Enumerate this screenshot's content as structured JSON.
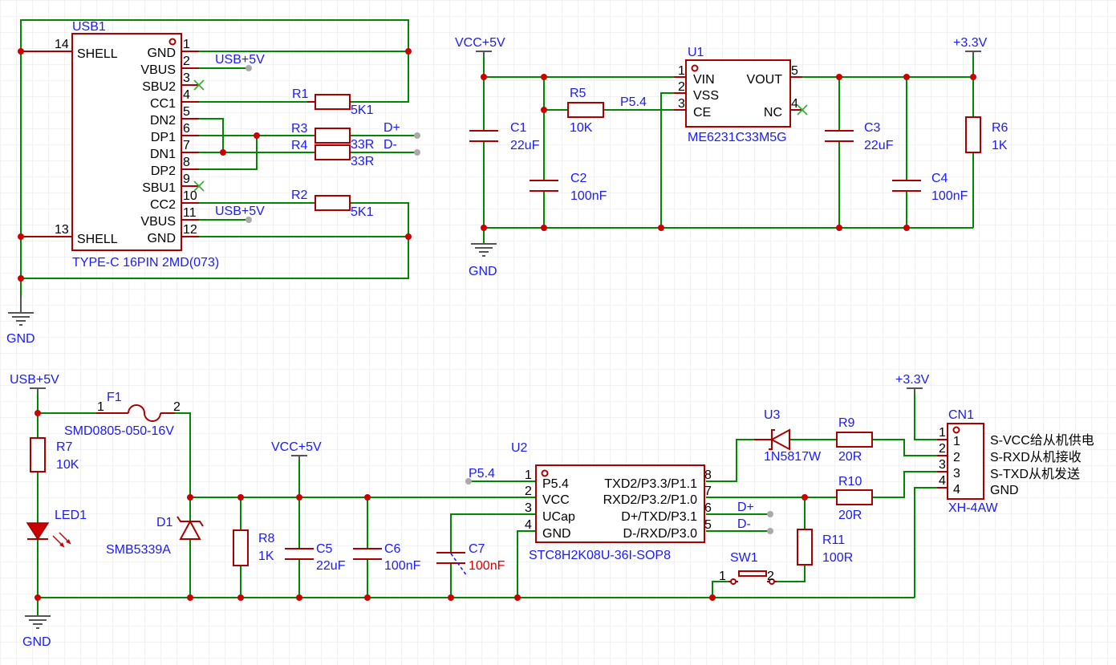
{
  "usb1": {
    "ref": "USB1",
    "value": "TYPE-C 16PIN 2MD(073)",
    "pins_left": [
      {
        "num": "14",
        "name": "SHELL"
      },
      {
        "num": "13",
        "name": "SHELL"
      }
    ],
    "pins_right": [
      {
        "num": "1",
        "name": "GND"
      },
      {
        "num": "2",
        "name": "VBUS"
      },
      {
        "num": "3",
        "name": "SBU2"
      },
      {
        "num": "4",
        "name": "CC1"
      },
      {
        "num": "5",
        "name": "DN2"
      },
      {
        "num": "6",
        "name": "DP1"
      },
      {
        "num": "7",
        "name": "DN1"
      },
      {
        "num": "8",
        "name": "DP2"
      },
      {
        "num": "9",
        "name": "SBU1"
      },
      {
        "num": "10",
        "name": "CC2"
      },
      {
        "num": "11",
        "name": "VBUS"
      },
      {
        "num": "12",
        "name": "GND"
      }
    ]
  },
  "u1": {
    "ref": "U1",
    "value": "ME6231C33M5G",
    "pins": [
      {
        "num": "1",
        "name": "VIN"
      },
      {
        "num": "2",
        "name": "VSS"
      },
      {
        "num": "3",
        "name": "CE"
      },
      {
        "num": "5",
        "name": "VOUT"
      },
      {
        "num": "4",
        "name": "NC"
      }
    ]
  },
  "u2": {
    "ref": "U2",
    "value": "STC8H2K08U-36I-SOP8",
    "pins_left": [
      {
        "num": "1",
        "name": "P5.4"
      },
      {
        "num": "2",
        "name": "VCC"
      },
      {
        "num": "3",
        "name": "UCap"
      },
      {
        "num": "4",
        "name": "GND"
      }
    ],
    "pins_right": [
      {
        "num": "8",
        "name": "TXD2/P3.3/P1.1"
      },
      {
        "num": "7",
        "name": "RXD2/P3.2/P1.0"
      },
      {
        "num": "6",
        "name": "D+/TXD/P3.1"
      },
      {
        "num": "5",
        "name": "D-/RXD/P3.0"
      }
    ]
  },
  "cn1": {
    "ref": "CN1",
    "value": "XH-4AW",
    "pins": [
      "1",
      "2",
      "3",
      "4"
    ],
    "labels": [
      "S-VCC给从机供电",
      "S-RXD从机接收",
      "S-TXD从机发送",
      "GND"
    ]
  },
  "resistors": {
    "r1": {
      "ref": "R1",
      "value": "5K1"
    },
    "r2": {
      "ref": "R2",
      "value": "5K1"
    },
    "r3": {
      "ref": "R3",
      "value": "33R"
    },
    "r4": {
      "ref": "R4",
      "value": "33R"
    },
    "r5": {
      "ref": "R5",
      "value": "10K"
    },
    "r6": {
      "ref": "R6",
      "value": "1K"
    },
    "r7": {
      "ref": "R7",
      "value": "10K"
    },
    "r8": {
      "ref": "R8",
      "value": "1K"
    },
    "r9": {
      "ref": "R9",
      "value": "20R"
    },
    "r10": {
      "ref": "R10",
      "value": "20R"
    },
    "r11": {
      "ref": "R11",
      "value": "100R"
    }
  },
  "capacitors": {
    "c1": {
      "ref": "C1",
      "value": "22uF"
    },
    "c2": {
      "ref": "C2",
      "value": "100nF"
    },
    "c3": {
      "ref": "C3",
      "value": "22uF"
    },
    "c4": {
      "ref": "C4",
      "value": "100nF"
    },
    "c5": {
      "ref": "C5",
      "value": "22uF"
    },
    "c6": {
      "ref": "C6",
      "value": "100nF"
    },
    "c7": {
      "ref": "C7",
      "value": "100nF"
    }
  },
  "others": {
    "f1": {
      "ref": "F1",
      "value": "SMD0805-050-16V",
      "pin1": "1",
      "pin2": "2"
    },
    "d1": {
      "ref": "D1",
      "value": "SMB5339A"
    },
    "led1": {
      "ref": "LED1"
    },
    "u3": {
      "ref": "U3",
      "value": "1N5817W"
    },
    "sw1": {
      "ref": "SW1",
      "pin1": "1",
      "pin2": "2"
    }
  },
  "nets": {
    "usb5v": "USB+5V",
    "vcc5v": "VCC+5V",
    "v33": "+3.3V",
    "gnd": "GND",
    "dplus": "D+",
    "dminus": "D-",
    "p54": "P5.4"
  },
  "colors": {
    "wire": "#008800",
    "part": "#aa0000",
    "text_blue": "#1a1aff",
    "junction": "#cc0000",
    "grid": "#e6e6e6"
  }
}
